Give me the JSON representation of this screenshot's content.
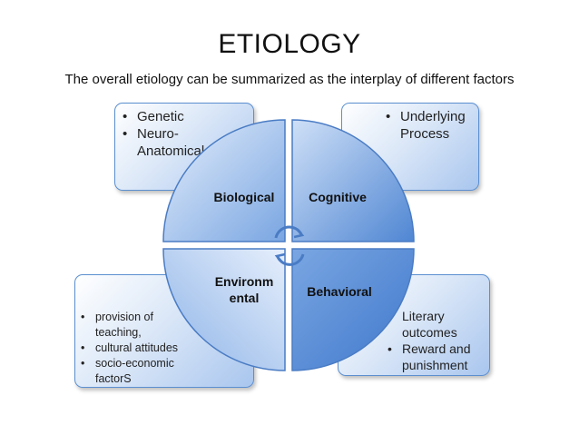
{
  "title": "ETIOLOGY",
  "subtitle": "The overall etiology can be summarized as the interplay of different factors",
  "quadrants": {
    "biological": "Biological",
    "cognitive": "Cognitive",
    "environmental_line1": "Environm",
    "environmental_line2": "ental",
    "behavioral": "Behavioral"
  },
  "boxes": {
    "top_left": [
      "Genetic",
      "Neuro-Anatomical"
    ],
    "top_right": [
      "Underlying Process"
    ],
    "bottom_left": [
      "provision of teaching,",
      "cultural attitudes",
      "socio-economic factorS"
    ],
    "bottom_right": [
      "Literary outcomes",
      "Reward and punishment"
    ]
  },
  "colors": {
    "quadrant_fill_light": "#c7daf5",
    "quadrant_fill_dark": "#5b8fd6",
    "border": "#4a7cc4"
  },
  "icons": [
    "circular-arrows-icon"
  ]
}
